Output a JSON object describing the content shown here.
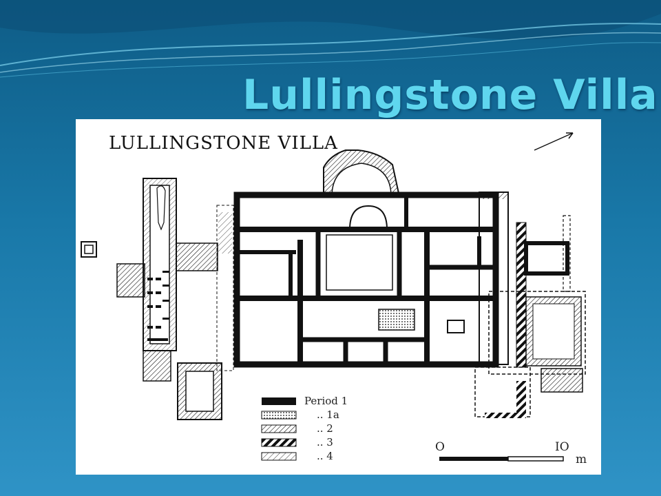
{
  "slide": {
    "title": "Lullingstone Villa"
  },
  "plan": {
    "heading": "LULLINGSTONE VILLA",
    "legend": [
      {
        "key": "solid",
        "label": "Period 1"
      },
      {
        "key": "dotted",
        "label": "..  1a"
      },
      {
        "key": "hatch-fine",
        "label": "..  2"
      },
      {
        "key": "hatch-bold",
        "label": "..  3"
      },
      {
        "key": "hatch-light",
        "label": "..  4"
      }
    ],
    "scale": {
      "start": "O",
      "end": "IO",
      "unit": "m"
    },
    "north_arrow": "north-arrow-icon"
  },
  "colors": {
    "background_top": "#0e5c86",
    "background_bottom": "#2f93c6",
    "title": "#5fd6ee",
    "plan_ink": "#111111"
  }
}
